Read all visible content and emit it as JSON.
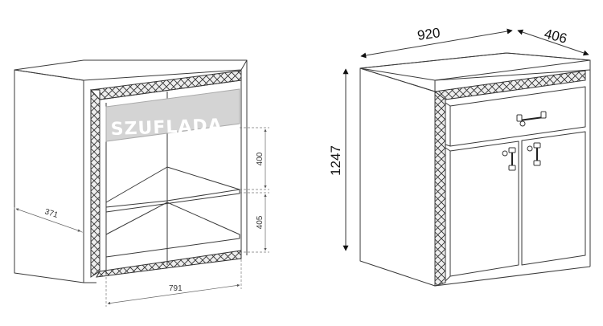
{
  "left_view": {
    "drawer_label": "SZUFLADA",
    "dims": {
      "upper_compartment": "400",
      "lower_compartment": "405",
      "depth": "371",
      "inner_width": "791"
    }
  },
  "right_view": {
    "dims": {
      "width": "920",
      "depth": "406",
      "height": "1247"
    }
  },
  "colors": {
    "line": "#3a3a3a",
    "drawer_box": "#d4d4d4",
    "hatch_fill": "#e8e8e8"
  }
}
